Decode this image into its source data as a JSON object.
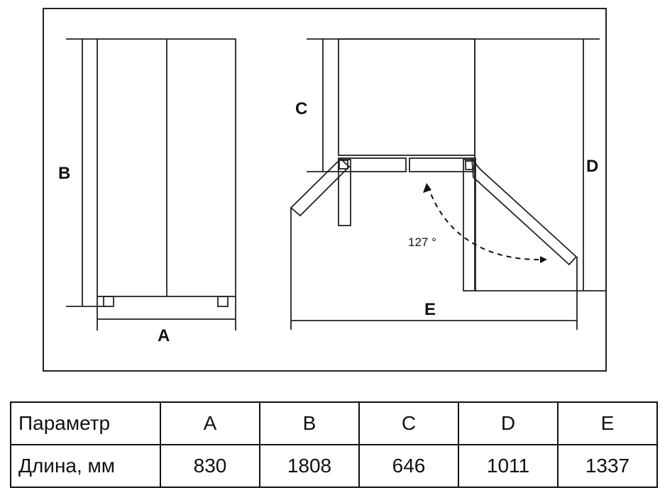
{
  "diagram": {
    "labels": {
      "a": "A",
      "b": "B",
      "c": "C",
      "d": "D",
      "e": "E"
    },
    "angle": "127 °"
  },
  "table": {
    "header": {
      "label": "Параметр",
      "columns": [
        "A",
        "B",
        "C",
        "D",
        "E"
      ]
    },
    "row": {
      "label": "Длина, мм",
      "values": [
        "830",
        "1808",
        "646",
        "1011",
        "1337"
      ]
    }
  }
}
